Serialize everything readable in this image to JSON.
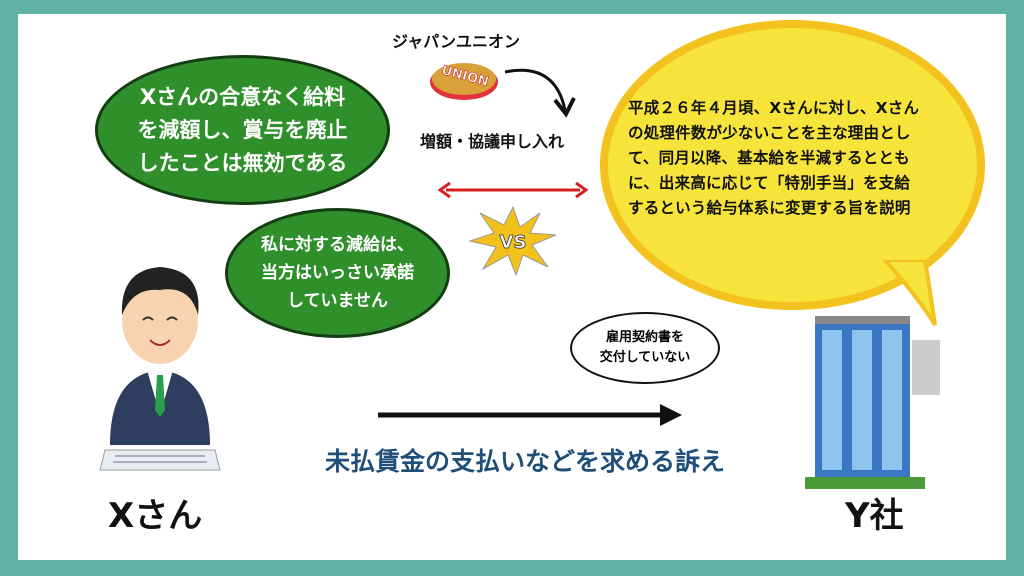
{
  "bubbles": {
    "x_claim": [
      "Xさんの合意なく給料",
      "を減額し、賞与を廃止",
      "したことは無効である"
    ],
    "x_statement": [
      "私に対する減給は、",
      "当方はいっさい承諾",
      "していません"
    ],
    "company_explanation": [
      "平成２６年４月頃、Xさんに対し、Xさん",
      "の処理件数が少ないことを主な理由とし",
      "て、同月以降、基本給を半減するととも",
      "に、出来高に応じて「特別手当」を支給",
      "するという給与体系に変更する旨を説明"
    ],
    "no_contract": [
      "雇用契約書を",
      "交付していない"
    ]
  },
  "union": {
    "name": "ジャパンユニオン",
    "logo_text": "UNION",
    "action": "増額・協議申し入れ"
  },
  "vs": "VS",
  "lawsuit": "未払賃金の支払いなどを求める訴え",
  "parties": {
    "plaintiff": "Xさん",
    "defendant": "Y社"
  },
  "colors": {
    "frame": "#5fb3a4",
    "green": "#2f8f2a",
    "yellow": "#f6e43a",
    "navy": "#1f4e79",
    "red": "#d62020"
  }
}
